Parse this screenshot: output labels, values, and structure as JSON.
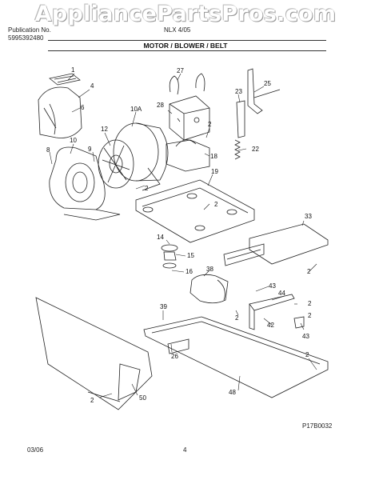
{
  "watermark": "AppliancePartsPros.com",
  "header": {
    "line1_left": "Publication No.",
    "line1_right": "NLX 4/05",
    "line2": "5995392480"
  },
  "title": "MOTOR / BLOWER / BELT",
  "callouts": [
    "1",
    "4",
    "6",
    "10A",
    "27",
    "25",
    "23",
    "28",
    "12",
    "2",
    "9",
    "10",
    "8",
    "2",
    "18",
    "22",
    "19",
    "2",
    "33",
    "14",
    "15",
    "16",
    "38",
    "43",
    "44",
    "2",
    "39",
    "2",
    "42",
    "43",
    "26",
    "2",
    "50",
    "2",
    "48",
    "2",
    "2"
  ],
  "drawing_code": "P17B0032",
  "footer": {
    "date": "03/06",
    "page": "4"
  }
}
